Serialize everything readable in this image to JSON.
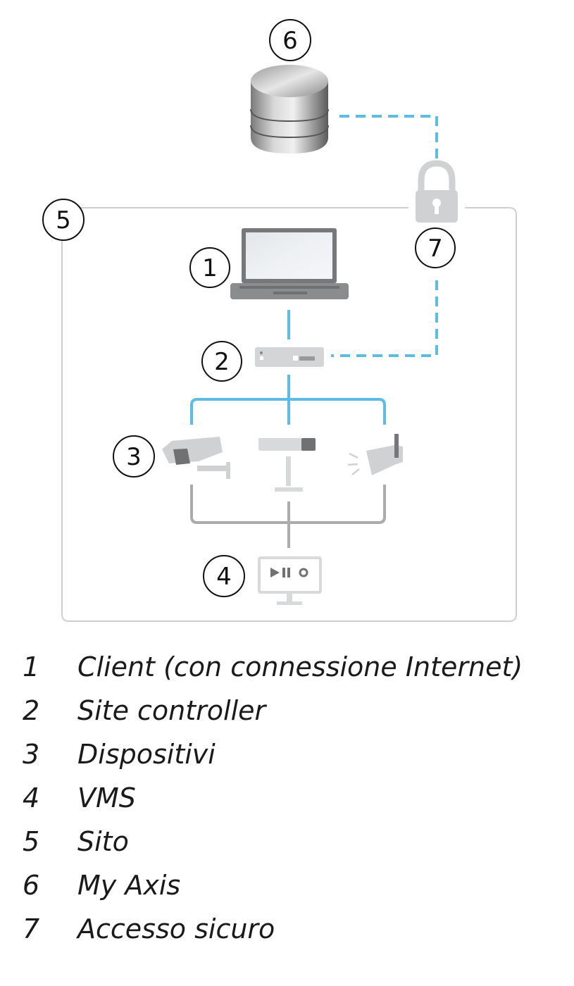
{
  "diagram": {
    "callouts": [
      "1",
      "2",
      "3",
      "4",
      "5",
      "6",
      "7"
    ],
    "colors": {
      "network_line": "#5bbde6",
      "device_gray": "#a9abad",
      "site_border": "#cfcfcf"
    },
    "icons": [
      "database-icon",
      "lock-icon",
      "laptop-icon",
      "site-controller-icon",
      "bullet-camera-icon",
      "box-camera-icon",
      "horn-speaker-icon",
      "monitor-vms-icon"
    ]
  },
  "legend": [
    {
      "number": "1",
      "label": "Client (con connessione Internet)"
    },
    {
      "number": "2",
      "label": "Site controller"
    },
    {
      "number": "3",
      "label": "Dispositivi"
    },
    {
      "number": "4",
      "label": "VMS"
    },
    {
      "number": "5",
      "label": "Sito"
    },
    {
      "number": "6",
      "label": "My Axis"
    },
    {
      "number": "7",
      "label": "Accesso sicuro"
    }
  ]
}
